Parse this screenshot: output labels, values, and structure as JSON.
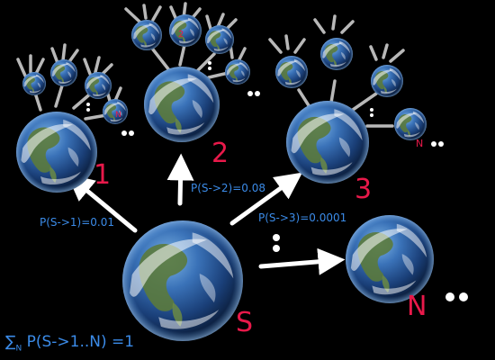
{
  "world_labels": {
    "source": "S",
    "one": "1",
    "two": "2",
    "three": "3",
    "n": "N",
    "sub_two_a": "2",
    "sub_n_a": "N",
    "sub_n_b": "N"
  },
  "probabilities": {
    "p1": "P(S->1)=0.01",
    "p2": "P(S->2)=0.08",
    "p3": "P(S->3)=0.0001"
  },
  "summation": {
    "sigma": "∑",
    "sub": "N",
    "text": "P(S->1..N) =1"
  },
  "colors": {
    "background": "#000000",
    "arrow": "#ffffff",
    "branch": "#b8b8b8",
    "label_red": "#e8194a",
    "label_blue": "#3b8be8"
  }
}
